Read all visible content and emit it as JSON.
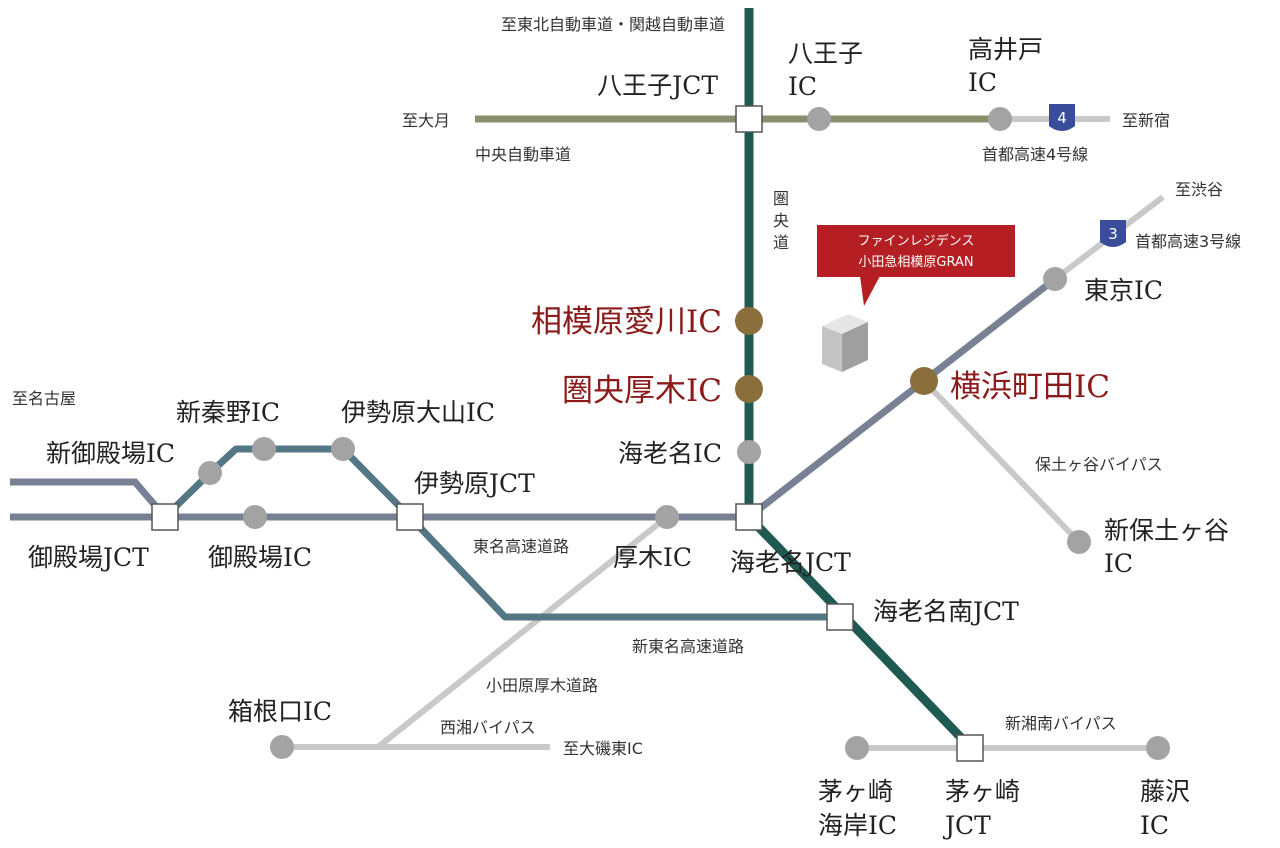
{
  "colors": {
    "expressway_blue": "#788194",
    "shin_tomei_teal": "#537785",
    "ken_o_dark_green": "#1f5a52",
    "chuo_olive": "#8a8d6e",
    "local_gray": "#c9c9c9",
    "ic_gray": "#a3a3a3",
    "highlight_gold": "#8a6f3d",
    "highlight_text": "#8b1a1a",
    "callout_red": "#b51e22",
    "shield_blue": "#3a4d9a"
  },
  "labels": {
    "to_tohoku": "至東北自動車道・関越自動車道",
    "hachioji_jct": "八王子JCT",
    "hachioji_ic_1": "八王子",
    "hachioji_ic_2": "IC",
    "takaido_1": "高井戸",
    "takaido_2": "IC",
    "to_otsuki": "至大月",
    "to_shinjuku": "至新宿",
    "chuo_expressway": "中央自動車道",
    "shuto_4": "首都高速4号線",
    "shield_4": "4",
    "to_shibuya": "至渋谷",
    "shield_3": "3",
    "shuto_3": "首都高速3号線",
    "ken_o_1": "圏",
    "ken_o_2": "央",
    "ken_o_3": "道",
    "callout_line1": "ファインレジデンス",
    "callout_line2": "小田急相模原GRAN",
    "tokyo_ic": "東京IC",
    "sagamihara_aikawa_ic": "相模原愛川IC",
    "ken_o_atsugi_ic": "圏央厚木IC",
    "yokohama_machida_ic": "横浜町田IC",
    "to_nagoya": "至名古屋",
    "shinhadano_ic": "新秦野IC",
    "isehara_oyama_ic": "伊勢原大山IC",
    "shin_gotemba_ic": "新御殿場IC",
    "ebina_ic": "海老名IC",
    "hodogaya_bypass": "保土ヶ谷バイパス",
    "isehara_jct": "伊勢原JCT",
    "gotemba_jct": "御殿場JCT",
    "gotemba_ic": "御殿場IC",
    "tomei_expressway": "東名高速道路",
    "atsugi_ic": "厚木IC",
    "ebina_jct": "海老名JCT",
    "shin_hodogaya_1": "新保土ヶ谷",
    "shin_hodogaya_2": "IC",
    "ebina_minami_jct": "海老名南JCT",
    "shin_tomei_expressway": "新東名高速道路",
    "odawara_atsugi_road": "小田原厚木道路",
    "hakone_guchi_ic": "箱根口IC",
    "seisho_bypass": "西湘バイパス",
    "to_oiso_higashi_ic": "至大磯東IC",
    "shinshonan_bypass": "新湘南バイパス",
    "chigasaki_kaigan_1": "茅ヶ崎",
    "chigasaki_kaigan_2": "海岸IC",
    "chigasaki_jct_1": "茅ヶ崎",
    "chigasaki_jct_2": "JCT",
    "fujisawa_1": "藤沢",
    "fujisawa_2": "IC"
  }
}
